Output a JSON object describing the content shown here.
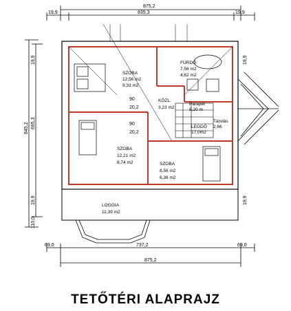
{
  "caption": "TETŐTÉRI ALAPRAJZ",
  "dimensions": {
    "top_overall": "875,2",
    "top_left_offset": "19,9",
    "top_inner": "835,3",
    "top_right_offset": "19,9",
    "bottom_inner": "737,2",
    "bottom_left": "69,0",
    "bottom_right": "69,0",
    "bottom_overall": "875,2",
    "left_overall": "845,2",
    "left_inner": "695,3",
    "left_top": "19,9",
    "left_bottom": "19,9",
    "left_lower": "110,0",
    "right_top": "19,9",
    "right_bottom": "19,9",
    "stair_90": "90",
    "stair_20": "20,2",
    "stair_90b": "90",
    "stair_20b": "20,2"
  },
  "rooms": [
    {
      "name": "SZOBA",
      "area1": "12,56 m2",
      "area2": "9,33 m2"
    },
    {
      "name": "FÜRDŐ",
      "area1": "7,56 m2",
      "area2": "4,62 m2"
    },
    {
      "name": "KÖZL.",
      "area1": "3,23 m2"
    },
    {
      "name": "SZOBA",
      "area1": "12,21 m2",
      "area2": "8,74 m2"
    },
    {
      "name": "SZOBA",
      "area1": "8,56 m2",
      "area2": "6,36 m2"
    },
    {
      "name": "LOGGIA",
      "area1": "11,39 m2"
    }
  ],
  "stair_labels": [
    "Parapet",
    "8,20 m",
    "LEGDÓ",
    "17,0m2",
    "Tárolás",
    "2,66"
  ]
}
